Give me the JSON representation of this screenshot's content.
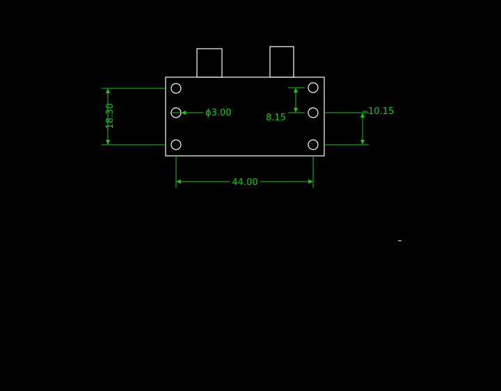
{
  "colors": {
    "background": "#000000",
    "outline": "#ffffff",
    "dimension": "#19c819"
  },
  "dimensions": {
    "height_left": "18.30",
    "hole_diameter": "ϕ3.00",
    "inner_spacing": "8.15",
    "right_offset": "10.15",
    "width_bottom": "44.00"
  }
}
